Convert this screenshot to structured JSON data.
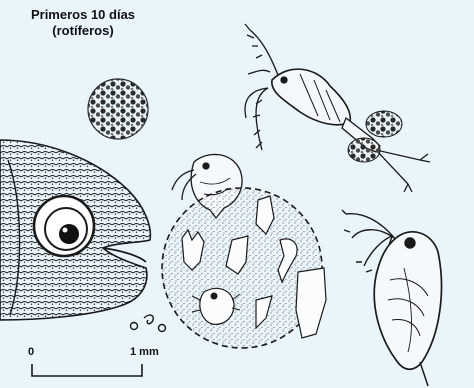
{
  "title": {
    "line1": "Primeros 10 días",
    "line2": "(rotíferos)"
  },
  "scale_bar": {
    "start_label": "0",
    "end_label": "1 mm"
  },
  "colors": {
    "background": "#e9f4fb",
    "ink": "#1a1a1a",
    "lens_fill": "#eef6fb"
  },
  "figures": [
    "fish-larva-head",
    "egg-mass",
    "copepod",
    "cladoceran-daphnia",
    "magnified-rotifer-circle",
    "small-rotifer-particles"
  ]
}
